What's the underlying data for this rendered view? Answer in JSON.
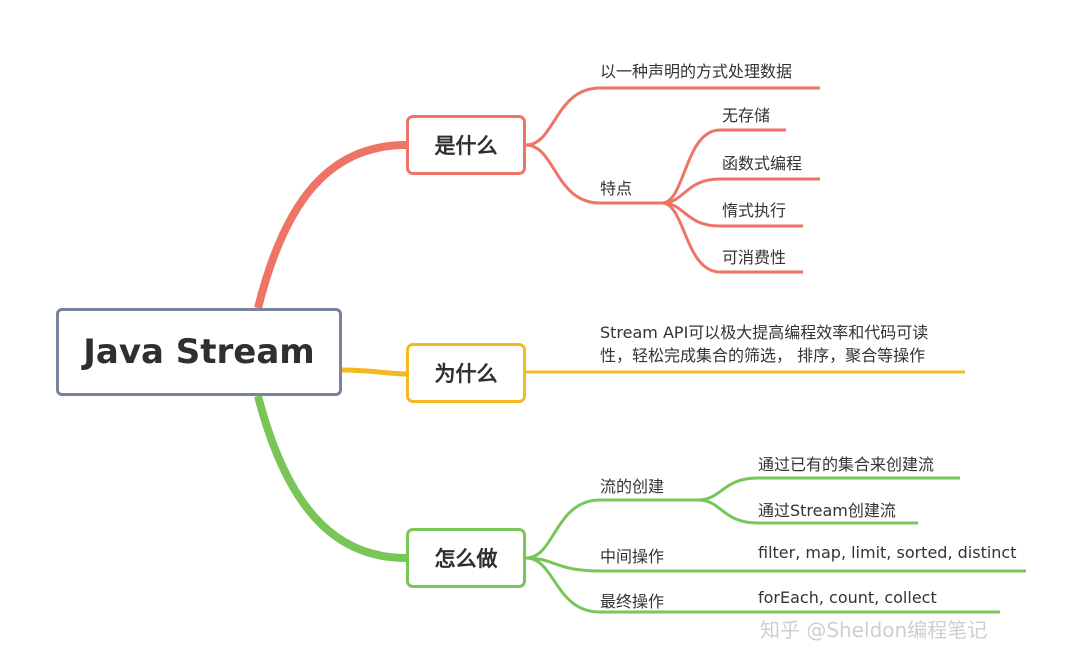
{
  "colors": {
    "what": "#ee7565",
    "why": "#f2b921",
    "how": "#78c558",
    "root_border": "#78849a"
  },
  "root": {
    "label": "Java Stream"
  },
  "branches": {
    "what": {
      "label": "是什么",
      "leaf_definition": "以一种声明的方式处理数据",
      "features_label": "特点",
      "features": [
        "无存储",
        "函数式编程",
        "惰式执行",
        "可消费性"
      ]
    },
    "why": {
      "label": "为什么",
      "desc_line1": "Stream API可以极大提高编程效率和代码可读",
      "desc_line2": "性，轻松完成集合的筛选， 排序，聚合等操作"
    },
    "how": {
      "label": "怎么做",
      "creation_label": "流的创建",
      "creation_items": [
        "通过已有的集合来创建流",
        "通过Stream创建流"
      ],
      "intermediate_label": "中间操作",
      "intermediate_value": "filter, map, limit, sorted, distinct",
      "terminal_label": "最终操作",
      "terminal_value": "forEach, count, collect"
    }
  },
  "watermark": "知乎 @Sheldon编程笔记"
}
